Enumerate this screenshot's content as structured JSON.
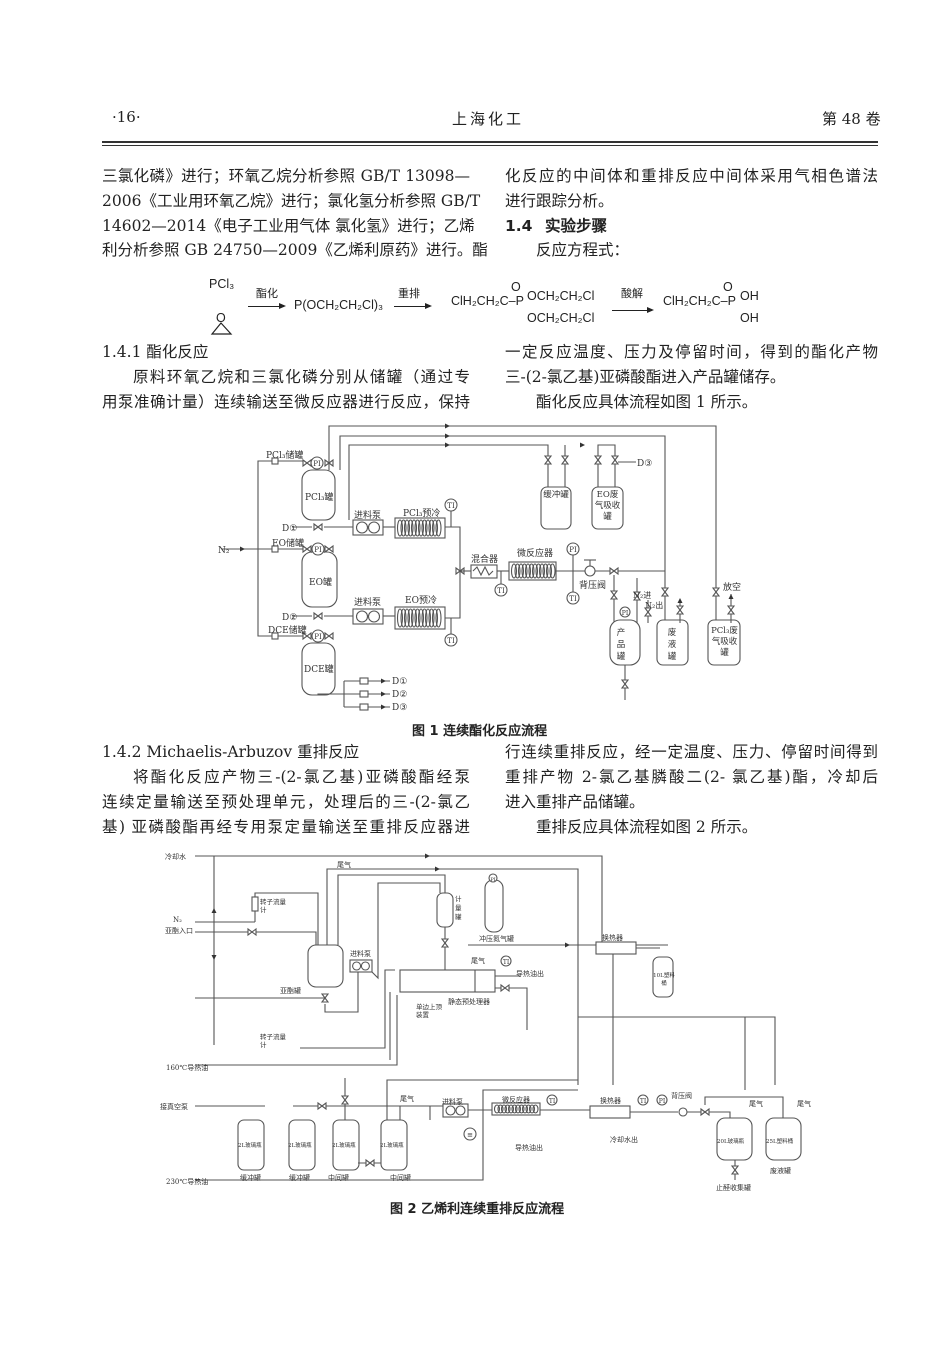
{
  "header": {
    "page": "·16·",
    "journal": "上海化工",
    "volume": "第 48 卷"
  },
  "intro": {
    "left_lines": [
      "三氯化磷》进行；环氧乙烷分析参照 GB/T 13098—",
      "2006《工业用环氧乙烷》进行；氯化氢分析参照 GB/T",
      "14602—2014《电子工业用气体  氯化氢》进行；乙烯",
      "利分析参照 GB 24750—2009《乙烯利原药》进行。酯"
    ],
    "right_lines": [
      "化反应的中间体和重排反应中间体采用气相色谱法",
      "进行跟踪分析。"
    ],
    "section_14_num": "1.4",
    "section_14_title": "实验步骤",
    "equation_intro": "反应方程式："
  },
  "equation": {
    "reactant1": "PCl₃",
    "reactant2_atom": "O",
    "step1": "酯化",
    "product1": "P(OCH₂CH₂Cl)₃",
    "step2": "重排",
    "product2_chain": "ClH₂CH₂C–P",
    "product2_o": "O",
    "product2_sub1": "OCH₂CH₂Cl",
    "product2_sub2": "OCH₂CH₂Cl",
    "step3": "酸解",
    "product3_chain": "ClH₂CH₂C–P",
    "product3_o": "O",
    "product3_sub1": "OH",
    "product3_sub2": "OH"
  },
  "section_141": {
    "title": "1.4.1   酯化反应",
    "left_lines": [
      "原料环氧乙烷和三氯化磷分别从储罐（通过专",
      "用泵准确计量）连续输送至微反应器进行反应，保持"
    ],
    "right_lines": [
      "一定反应温度、压力及停留时间，得到的酯化产物",
      "三-(2-氯乙基)亚磷酸酯进入产品罐储存。",
      "酯化反应具体流程如图 1 所示。"
    ]
  },
  "figure1": {
    "caption": "图 1    连续酯化反应流程",
    "labels": {
      "pcl3_storage": "PCl₃储罐",
      "pcl3_tank": "PCl₃罐",
      "eo_storage": "EO储罐",
      "eo_tank": "EO罐",
      "dce_storage": "DCE储罐",
      "dce_tank": "DCE罐",
      "n2": "N₂",
      "d1": "D①",
      "d2": "D②",
      "d3": "D③",
      "pump1": "进料泵",
      "pump2": "进料泵",
      "pcl3_precool": "PCl₃预冷",
      "eo_precool": "EO预冷",
      "mixer": "混合器",
      "microreactor": "微反应器",
      "backpressure": "背压阀",
      "buffer_tank": "缓冲罐",
      "eo_waste_gas": "EO废气吸收罐",
      "product_tank": "产品罐",
      "waste_liquid": "废液罐",
      "pcl3_waste_gas": "PCl₃废气吸收罐",
      "vent": "放空",
      "n2_in": "N₂进",
      "n2_out": "N₂出",
      "pi": "PI",
      "ti": "TI"
    }
  },
  "section_142": {
    "title": "1.4.2   Michaelis-Arbuzov 重排反应",
    "left_lines": [
      "将酯化反应产物三-(2-氯乙基)亚磷酸酯经泵",
      "连续定量输送至预处理单元，处理后的三-(2-氯乙",
      "基) 亚磷酸酯再经专用泵定量输送至重排反应器进"
    ],
    "right_lines": [
      "行连续重排反应，经一定温度、压力、停留时间得到",
      "重排产物 2-氯乙基膦酸二(2- 氯乙基)酯，冷却后",
      "进入重排产品储罐。",
      "重排反应具体流程如图 2 所示。"
    ]
  },
  "figure2": {
    "caption": "图 2    乙烯利连续重排反应流程",
    "labels": {
      "cooling_water": "冷却水",
      "tail_gas": "尾气",
      "rotameter1": "转子流量计",
      "n2": "N₂",
      "ester_inlet": "亚酯入口",
      "ester_tank": "亚酯罐",
      "pump1": "进料泵",
      "metering_tank": "计量罐",
      "n2_cylinder": "冲压氮气罐",
      "tail_gas2": "尾气",
      "ti": "TI",
      "oil_out1": "导热油出",
      "static_pre": "静态预处理器",
      "lift_device": "单边上顶装置",
      "heat_exchanger1": "换热器",
      "bucket10": "10L塑料桶",
      "rotameter2": "转子流量计",
      "oil160": "160℃导热油",
      "vacuum": "接真空泵",
      "bottle1": "2L玻璃瓶",
      "bottle2": "2L玻璃瓶",
      "bottle3": "2L玻璃瓶",
      "bottle4": "2L玻璃瓶",
      "buffer1": "缓冲罐",
      "buffer2": "缓冲罐",
      "mid1": "中间罐",
      "mid2": "中间罐",
      "oil230": "230℃导热油",
      "tail_gas3": "尾气",
      "pump2": "进料泵",
      "microreactor": "微反应器",
      "oil_out2": "导热油出",
      "heat_exchanger2": "换热器",
      "cool_out": "冷却水出",
      "ti2": "TI",
      "pi": "PI",
      "backpressure": "背压阀",
      "glass20": "20L玻璃瓶",
      "bucket25": "25L塑料桶",
      "waste": "废液罐",
      "aldehyde": "止醛收集罐",
      "tail_gas4": "尾气",
      "tail_gas5": "尾气"
    }
  }
}
